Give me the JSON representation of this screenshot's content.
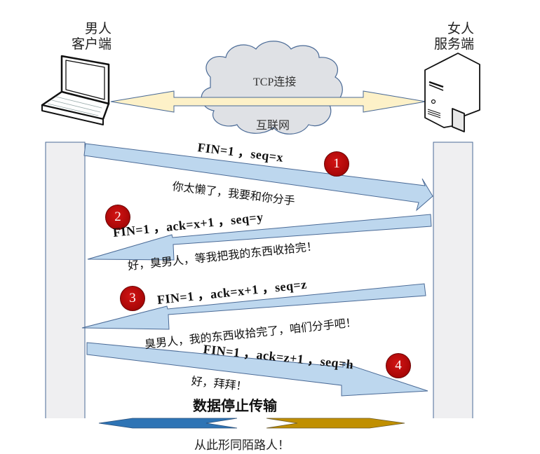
{
  "title": "TCP四次挥手（拟人化示意图）",
  "client": {
    "name": "男人",
    "role": "客户端",
    "icon": "laptop-icon"
  },
  "server": {
    "name": "女人",
    "role": "服务端",
    "icon": "server-icon"
  },
  "connection": {
    "top_label": "TCP连接",
    "bottom_label": "互联网",
    "icon": "cloud-icon"
  },
  "steps": [
    {
      "number": "1",
      "direction": "client-to-server",
      "segment": "FIN=1 ，seq=x",
      "dialogue": "你太懒了，我要和你分手"
    },
    {
      "number": "2",
      "direction": "server-to-client",
      "segment": "FIN=1 ，ack=x+1 ，seq=y",
      "dialogue": "好，臭男人，等我把我的东西收拾完！"
    },
    {
      "number": "3",
      "direction": "server-to-client",
      "segment": "FIN=1 ，ack=x+1 ，seq=z",
      "dialogue": "臭男人，我的东西收拾完了，咱们分手吧！"
    },
    {
      "number": "4",
      "direction": "client-to-server",
      "segment": "FIN=1 ，ack=z+1 ，seq=h",
      "dialogue": "好，拜拜！"
    }
  ],
  "footer": {
    "stop_label": "数据停止传输",
    "end_label": "从此形同陌路人！"
  },
  "colors": {
    "arrow_fill": "#bdd7ee",
    "arrow_stroke": "#4a6a96",
    "lifeline_fill": "#efeff1",
    "link_fill": "#fdf1c8",
    "cloud_fill": "#dfe1e5",
    "badge_red": "#b00a0a",
    "split_left": "#2e74b5",
    "split_right": "#c08f00"
  }
}
